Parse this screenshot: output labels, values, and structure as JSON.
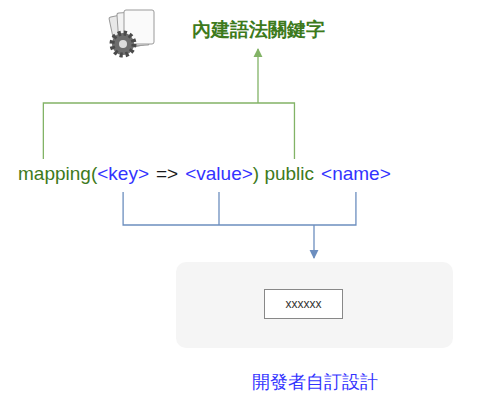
{
  "diagram": {
    "nodes": [
      {
        "text": [
          "開發者自訂設計"
        ]
      },
      {
        "text": [
          "xxxxxx"
        ],
        "in": 0
      }
    ],
    "labels": [
      "內建語法關鍵字",
      "mapping(",
      "<key>",
      "=>",
      "<value>",
      ") public",
      "<name>"
    ]
  }
}
